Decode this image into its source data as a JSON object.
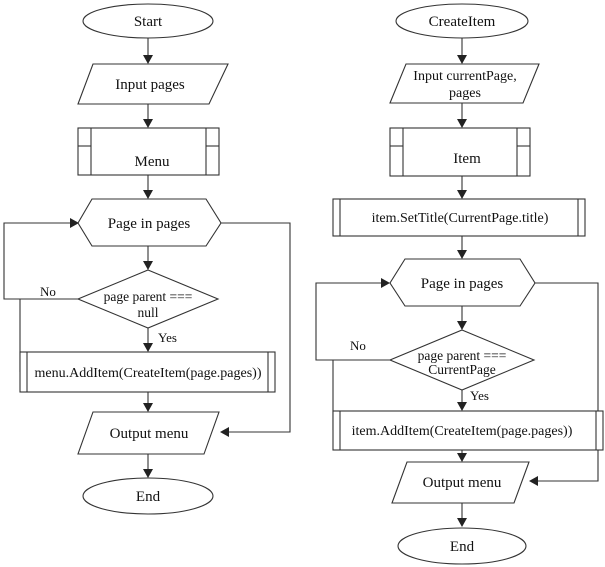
{
  "left_flowchart": {
    "start": "Start",
    "input": "Input pages",
    "menu": "Menu",
    "loop": "Page in pages",
    "decision_line1": "page parent ===",
    "decision_line2": "null",
    "no_label": "No",
    "yes_label": "Yes",
    "add_item": "menu.AddItem(CreateItem(page.pages))",
    "output": "Output menu",
    "end": "End"
  },
  "right_flowchart": {
    "start": "CreateItem",
    "input_line1": "Input currentPage,",
    "input_line2": "pages",
    "item": "Item",
    "set_title": "item.SetTitle(CurrentPage.title)",
    "loop": "Page in pages",
    "decision_line1": "page parent ===",
    "decision_line2": "CurrentPage",
    "no_label": "No",
    "yes_label": "Yes",
    "add_item": "item.AddItem(CreateItem(page.pages))",
    "output": "Output menu",
    "end": "End"
  }
}
